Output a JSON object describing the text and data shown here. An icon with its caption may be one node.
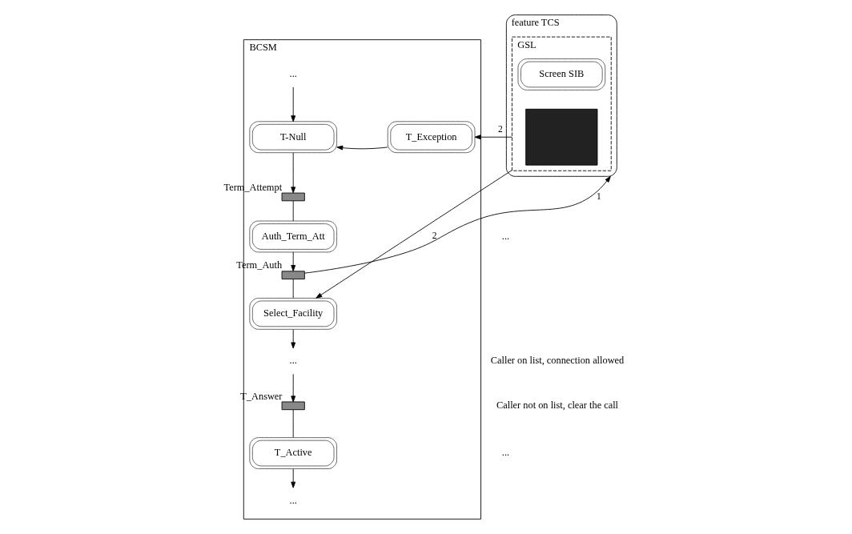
{
  "diagram": {
    "nodes": [
      {
        "text": [
          "BCSM"
        ]
      },
      {
        "text": [
          "..."
        ],
        "in": 0
      },
      {
        "text": [
          "T-Null"
        ],
        "in": 0
      },
      {
        "text": [
          "T_Exception"
        ],
        "in": 0
      },
      {
        "text": [],
        "shape": "box",
        "beside": [
          "Term_Attempt"
        ],
        "in": 0
      },
      {
        "text": [
          "Auth_Term_Att"
        ],
        "in": 0
      },
      {
        "text": [],
        "shape": "box",
        "beside": [
          "Term_Auth"
        ],
        "in": 0
      },
      {
        "text": [
          "Select_Facility"
        ],
        "in": 0
      },
      {
        "text": [
          "..."
        ],
        "in": 0
      },
      {
        "text": [],
        "shape": "box",
        "beside": [
          "T_Answer"
        ],
        "in": 0
      },
      {
        "text": [
          "T_Active"
        ],
        "in": 0
      },
      {
        "text": [
          "..."
        ],
        "in": 0
      },
      {
        "text": [
          "feature TCS"
        ]
      },
      {
        "text": [
          "GSL"
        ],
        "in": 12
      },
      {
        "text": [
          "Screen SIB"
        ],
        "in": 13
      },
      {
        "text": [],
        "shape": "box",
        "in": 13
      }
    ],
    "edges": [
      {
        "from": 1,
        "to": 2,
        "arrow": "to"
      },
      {
        "from": 3,
        "to": 2,
        "arrow": "to"
      },
      {
        "from": 2,
        "to": 4,
        "arrow": "to"
      },
      {
        "from": 4,
        "to": 5,
        "arrow": "none"
      },
      {
        "from": 5,
        "to": 6,
        "arrow": "to"
      },
      {
        "from": 6,
        "to": 7,
        "arrow": "none"
      },
      {
        "from": 7,
        "to": 8,
        "arrow": "to"
      },
      {
        "from": 8,
        "to": 9,
        "arrow": "to"
      },
      {
        "from": 9,
        "to": 10,
        "arrow": "none"
      },
      {
        "from": 10,
        "to": 11,
        "arrow": "to"
      },
      {
        "from": 6,
        "to": 12,
        "arrow": "to",
        "label": "1"
      },
      {
        "from": 13,
        "to": 7,
        "arrow": "to",
        "label": "2"
      },
      {
        "from": 13,
        "to": 3,
        "arrow": "to",
        "label": "2"
      }
    ],
    "labels": [
      "...",
      "...",
      "Caller on list, connection allowed",
      "Caller not on list, clear the call"
    ]
  }
}
